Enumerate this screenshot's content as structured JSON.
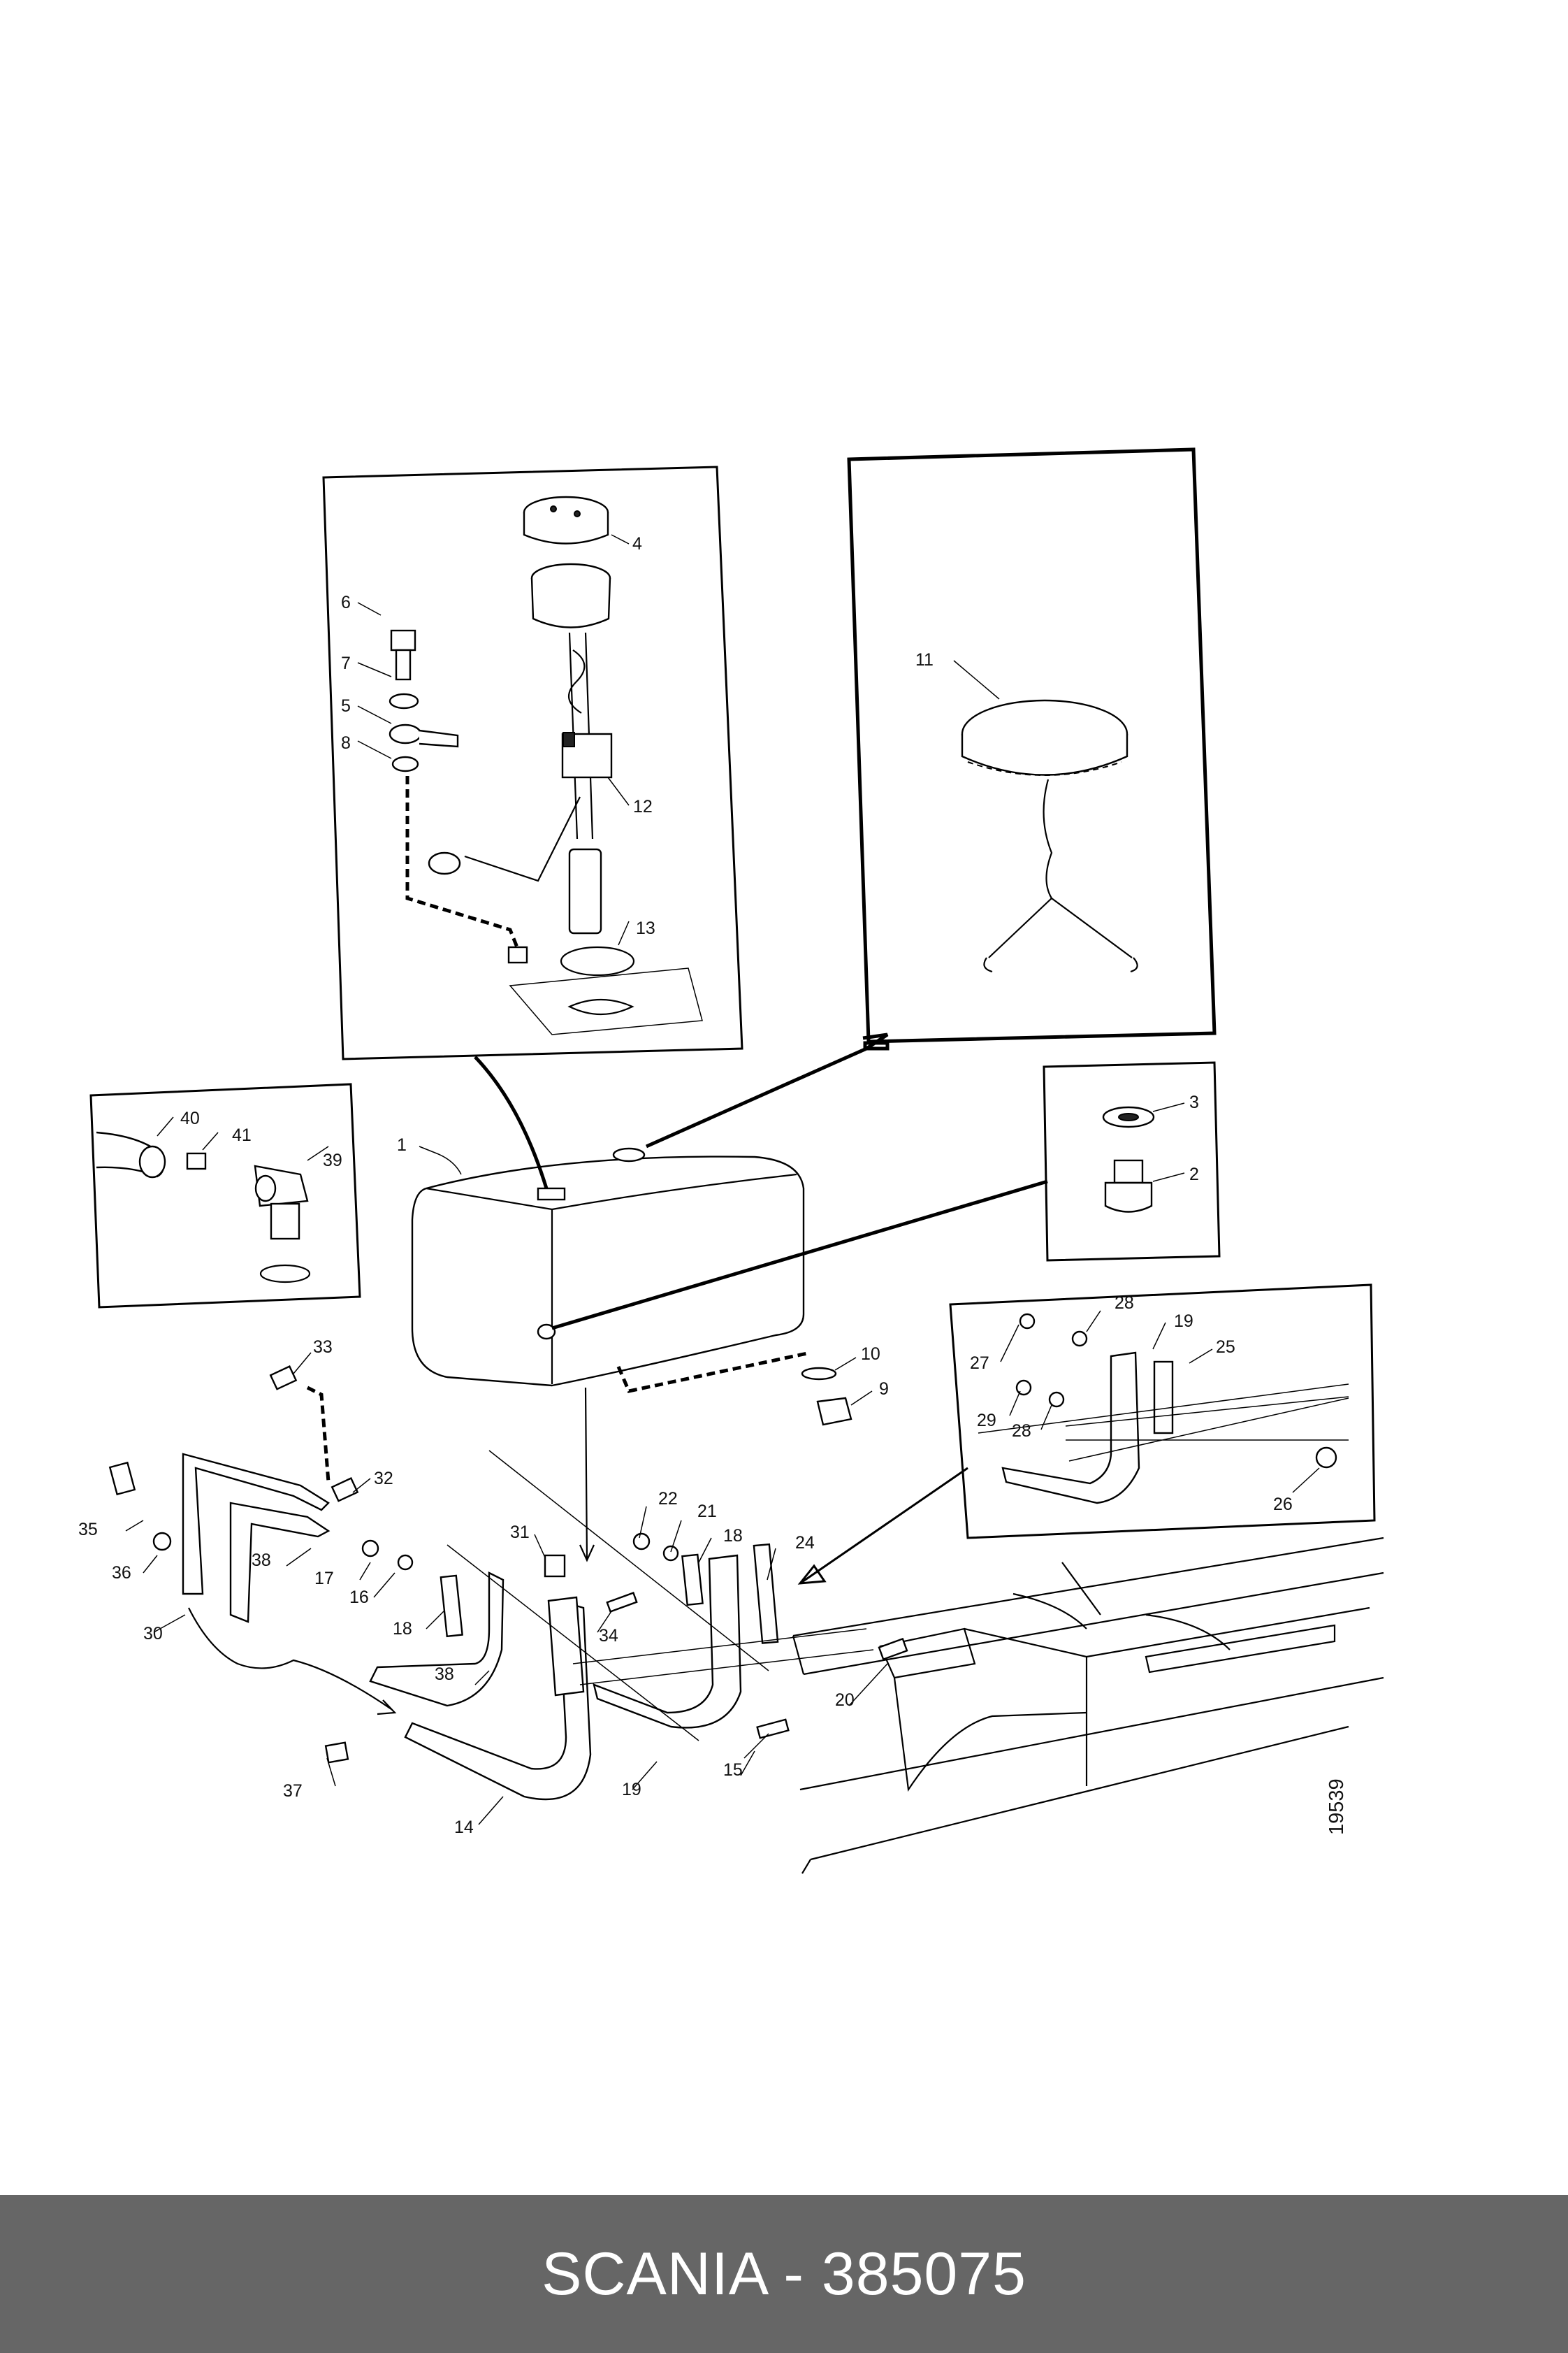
{
  "diagram": {
    "figure_number": "19539",
    "callouts": {
      "c1": "1",
      "c2": "2",
      "c3": "3",
      "c4": "4",
      "c5": "5",
      "c6": "6",
      "c7": "7",
      "c8": "8",
      "c9": "9",
      "c10": "10",
      "c11": "11",
      "c12": "12",
      "c13": "13",
      "c14": "14",
      "c15": "15",
      "c16": "16",
      "c17": "17",
      "c18a": "18",
      "c18b": "18",
      "c19a": "19",
      "c19b": "19",
      "c20": "20",
      "c21": "21",
      "c22": "22",
      "c24": "24",
      "c25": "25",
      "c26": "26",
      "c27": "27",
      "c28a": "28",
      "c28b": "28",
      "c29": "29",
      "c30": "30",
      "c31": "31",
      "c32": "32",
      "c33": "33",
      "c34": "34",
      "c35": "35",
      "c36": "36",
      "c37": "37",
      "c38a": "38",
      "c38b": "38",
      "c39": "39",
      "c40": "40",
      "c41": "41"
    }
  },
  "banner": {
    "text": "SCANIA - 385075",
    "background": "#666666",
    "color": "#ffffff"
  }
}
